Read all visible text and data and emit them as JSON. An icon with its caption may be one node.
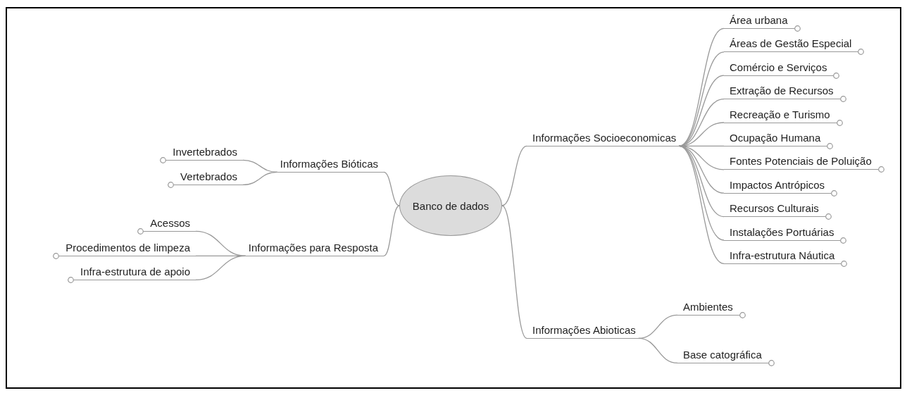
{
  "diagram": {
    "nodes": [
      {
        "text": [
          "Banco de dados"
        ]
      },
      {
        "text": [
          "Informações Bióticas"
        ]
      },
      {
        "text": [
          "Invertebrados"
        ]
      },
      {
        "text": [
          "Vertebrados"
        ]
      },
      {
        "text": [
          "Informações para Resposta"
        ]
      },
      {
        "text": [
          "Acessos"
        ]
      },
      {
        "text": [
          "Procedimentos de limpeza"
        ]
      },
      {
        "text": [
          "Infra-estrutura de apoio"
        ]
      },
      {
        "text": [
          "Informações Socioeconomicas"
        ]
      },
      {
        "text": [
          "Área urbana"
        ]
      },
      {
        "text": [
          "Áreas de Gestão Especial"
        ]
      },
      {
        "text": [
          "Comércio e Serviços"
        ]
      },
      {
        "text": [
          "Extração de Recursos"
        ]
      },
      {
        "text": [
          "Recreação e Turismo"
        ]
      },
      {
        "text": [
          "Ocupação Humana"
        ]
      },
      {
        "text": [
          "Fontes Potenciais de Poluição"
        ]
      },
      {
        "text": [
          "Impactos Antrópicos"
        ]
      },
      {
        "text": [
          "Recursos Culturais"
        ]
      },
      {
        "text": [
          "Instalações Portuárias"
        ]
      },
      {
        "text": [
          "Infra-estrutura Náutica"
        ]
      },
      {
        "text": [
          "Informações Abioticas"
        ]
      },
      {
        "text": [
          "Ambientes"
        ]
      },
      {
        "text": [
          "Base catográfica"
        ]
      }
    ],
    "edges": [
      {
        "from": 0,
        "to": 1,
        "arrow": "none"
      },
      {
        "from": 1,
        "to": 2,
        "arrow": "none"
      },
      {
        "from": 1,
        "to": 3,
        "arrow": "none"
      },
      {
        "from": 0,
        "to": 4,
        "arrow": "none"
      },
      {
        "from": 4,
        "to": 5,
        "arrow": "none"
      },
      {
        "from": 4,
        "to": 6,
        "arrow": "none"
      },
      {
        "from": 4,
        "to": 7,
        "arrow": "none"
      },
      {
        "from": 0,
        "to": 8,
        "arrow": "none"
      },
      {
        "from": 8,
        "to": 9,
        "arrow": "none"
      },
      {
        "from": 8,
        "to": 10,
        "arrow": "none"
      },
      {
        "from": 8,
        "to": 11,
        "arrow": "none"
      },
      {
        "from": 8,
        "to": 12,
        "arrow": "none"
      },
      {
        "from": 8,
        "to": 13,
        "arrow": "none"
      },
      {
        "from": 8,
        "to": 14,
        "arrow": "none"
      },
      {
        "from": 8,
        "to": 15,
        "arrow": "none"
      },
      {
        "from": 8,
        "to": 16,
        "arrow": "none"
      },
      {
        "from": 8,
        "to": 17,
        "arrow": "none"
      },
      {
        "from": 8,
        "to": 18,
        "arrow": "none"
      },
      {
        "from": 8,
        "to": 19,
        "arrow": "none"
      },
      {
        "from": 0,
        "to": 20,
        "arrow": "none"
      },
      {
        "from": 20,
        "to": 21,
        "arrow": "none"
      },
      {
        "from": 20,
        "to": 22,
        "arrow": "none"
      }
    ]
  }
}
